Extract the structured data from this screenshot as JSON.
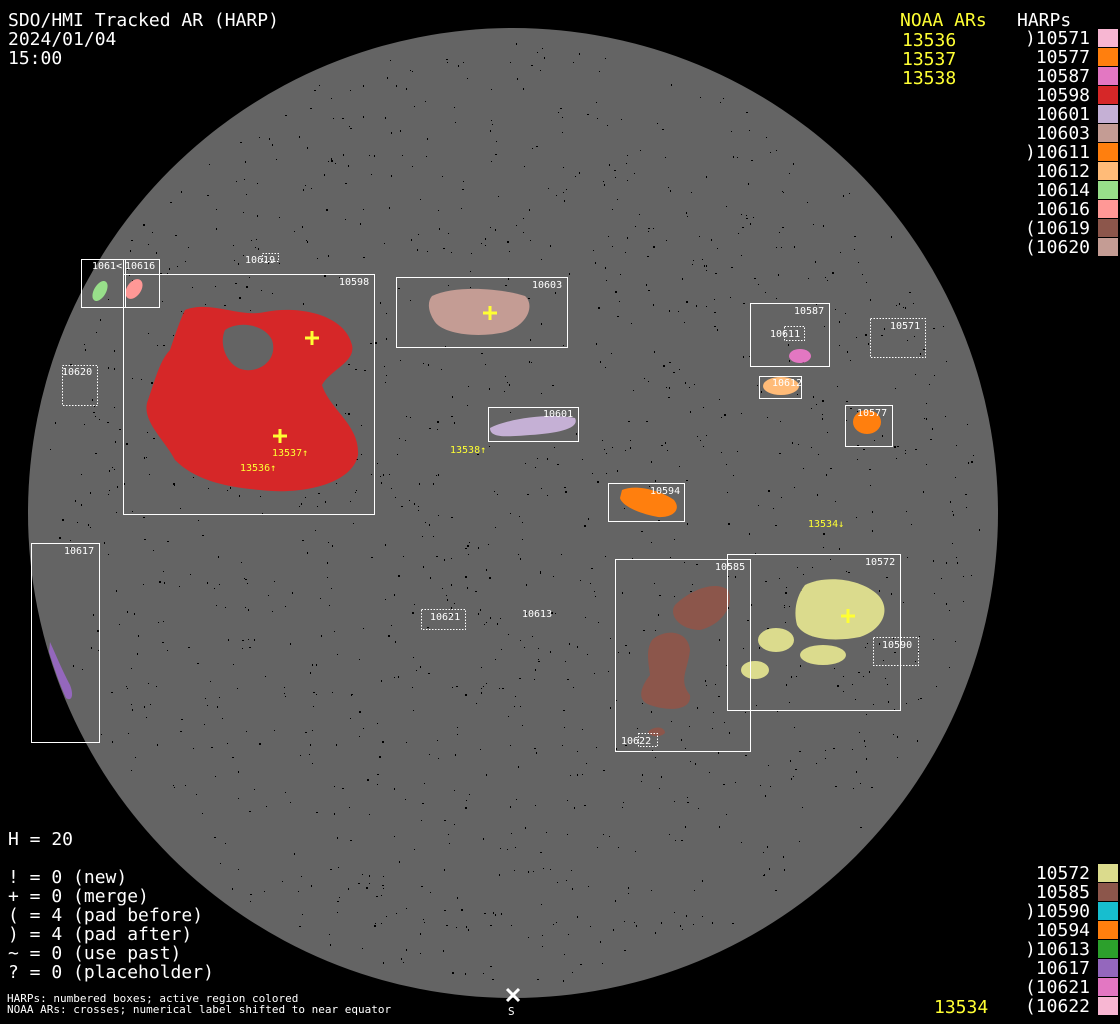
{
  "header": {
    "title": "SDO/HMI Tracked AR (HARP)",
    "date": "2024/01/04",
    "time": "15:00"
  },
  "noaa_legend": {
    "title": "NOAA ARs",
    "items": [
      "13536",
      "13537",
      "13538"
    ]
  },
  "harp_legend_top": {
    "title": "HARPs",
    "items": [
      {
        "label": ")10571",
        "color": "#f7b6d2"
      },
      {
        "label": "10577",
        "color": "#ff7f0e"
      },
      {
        "label": "10587",
        "color": "#e377c2"
      },
      {
        "label": "10598",
        "color": "#d62728"
      },
      {
        "label": "10601",
        "color": "#c5b0d5"
      },
      {
        "label": "10603",
        "color": "#c49c94"
      },
      {
        "label": ")10611",
        "color": "#ff7f0e"
      },
      {
        "label": "10612",
        "color": "#ffbb78"
      },
      {
        "label": "10614",
        "color": "#98df8a"
      },
      {
        "label": "10616",
        "color": "#ff9896"
      },
      {
        "label": "(10619",
        "color": "#8c564b"
      },
      {
        "label": "(10620",
        "color": "#c49c94"
      }
    ]
  },
  "harp_legend_bottom": {
    "items": [
      {
        "label": "10572",
        "color": "#dbdb8d"
      },
      {
        "label": "10585",
        "color": "#8c564b"
      },
      {
        "label": ")10590",
        "color": "#17becf"
      },
      {
        "label": "10594",
        "color": "#ff7f0e"
      },
      {
        "label": ")10613",
        "color": "#2ca02c"
      },
      {
        "label": "10617",
        "color": "#9467bd"
      },
      {
        "label": "(10621",
        "color": "#e377c2"
      },
      {
        "label": "(10622",
        "color": "#f7b6d2"
      }
    ],
    "noaa_item": "13534"
  },
  "stats": {
    "h": "H = 20",
    "lines": [
      "! = 0 (new)",
      "+ = 0 (merge)",
      "( = 4 (pad before)",
      ") = 4 (pad after)",
      "~ = 0 (use past)",
      "? = 0 (placeholder)"
    ]
  },
  "footer": {
    "line1": "HARPs: numbered boxes; active region colored",
    "line2": "NOAA ARs: crosses; numerical label shifted to near equator",
    "south_label": "S"
  },
  "disk": {
    "harp_labels": {
      "h10598": "10598",
      "h10614": "1061<",
      "h10616": "10616",
      "h10619": "10619",
      "h10620": "10620",
      "h10603": "10603",
      "h10601": "10601",
      "h10587": "10587",
      "h10611": "10611",
      "h10612": "10612",
      "h10571": "10571",
      "h10577": "10577",
      "h10594": "10594",
      "h10617": "10617",
      "h10621": "10621",
      "h10613": "10613",
      "h10585": "10585",
      "h10572": "10572",
      "h10590": "10590",
      "h10622": "10622"
    },
    "noaa_labels": {
      "n13538": "13538↑",
      "n13537": "13537↑",
      "n13536": "13536↑",
      "n13534": "13534↓"
    },
    "disk_color": "#646464"
  }
}
